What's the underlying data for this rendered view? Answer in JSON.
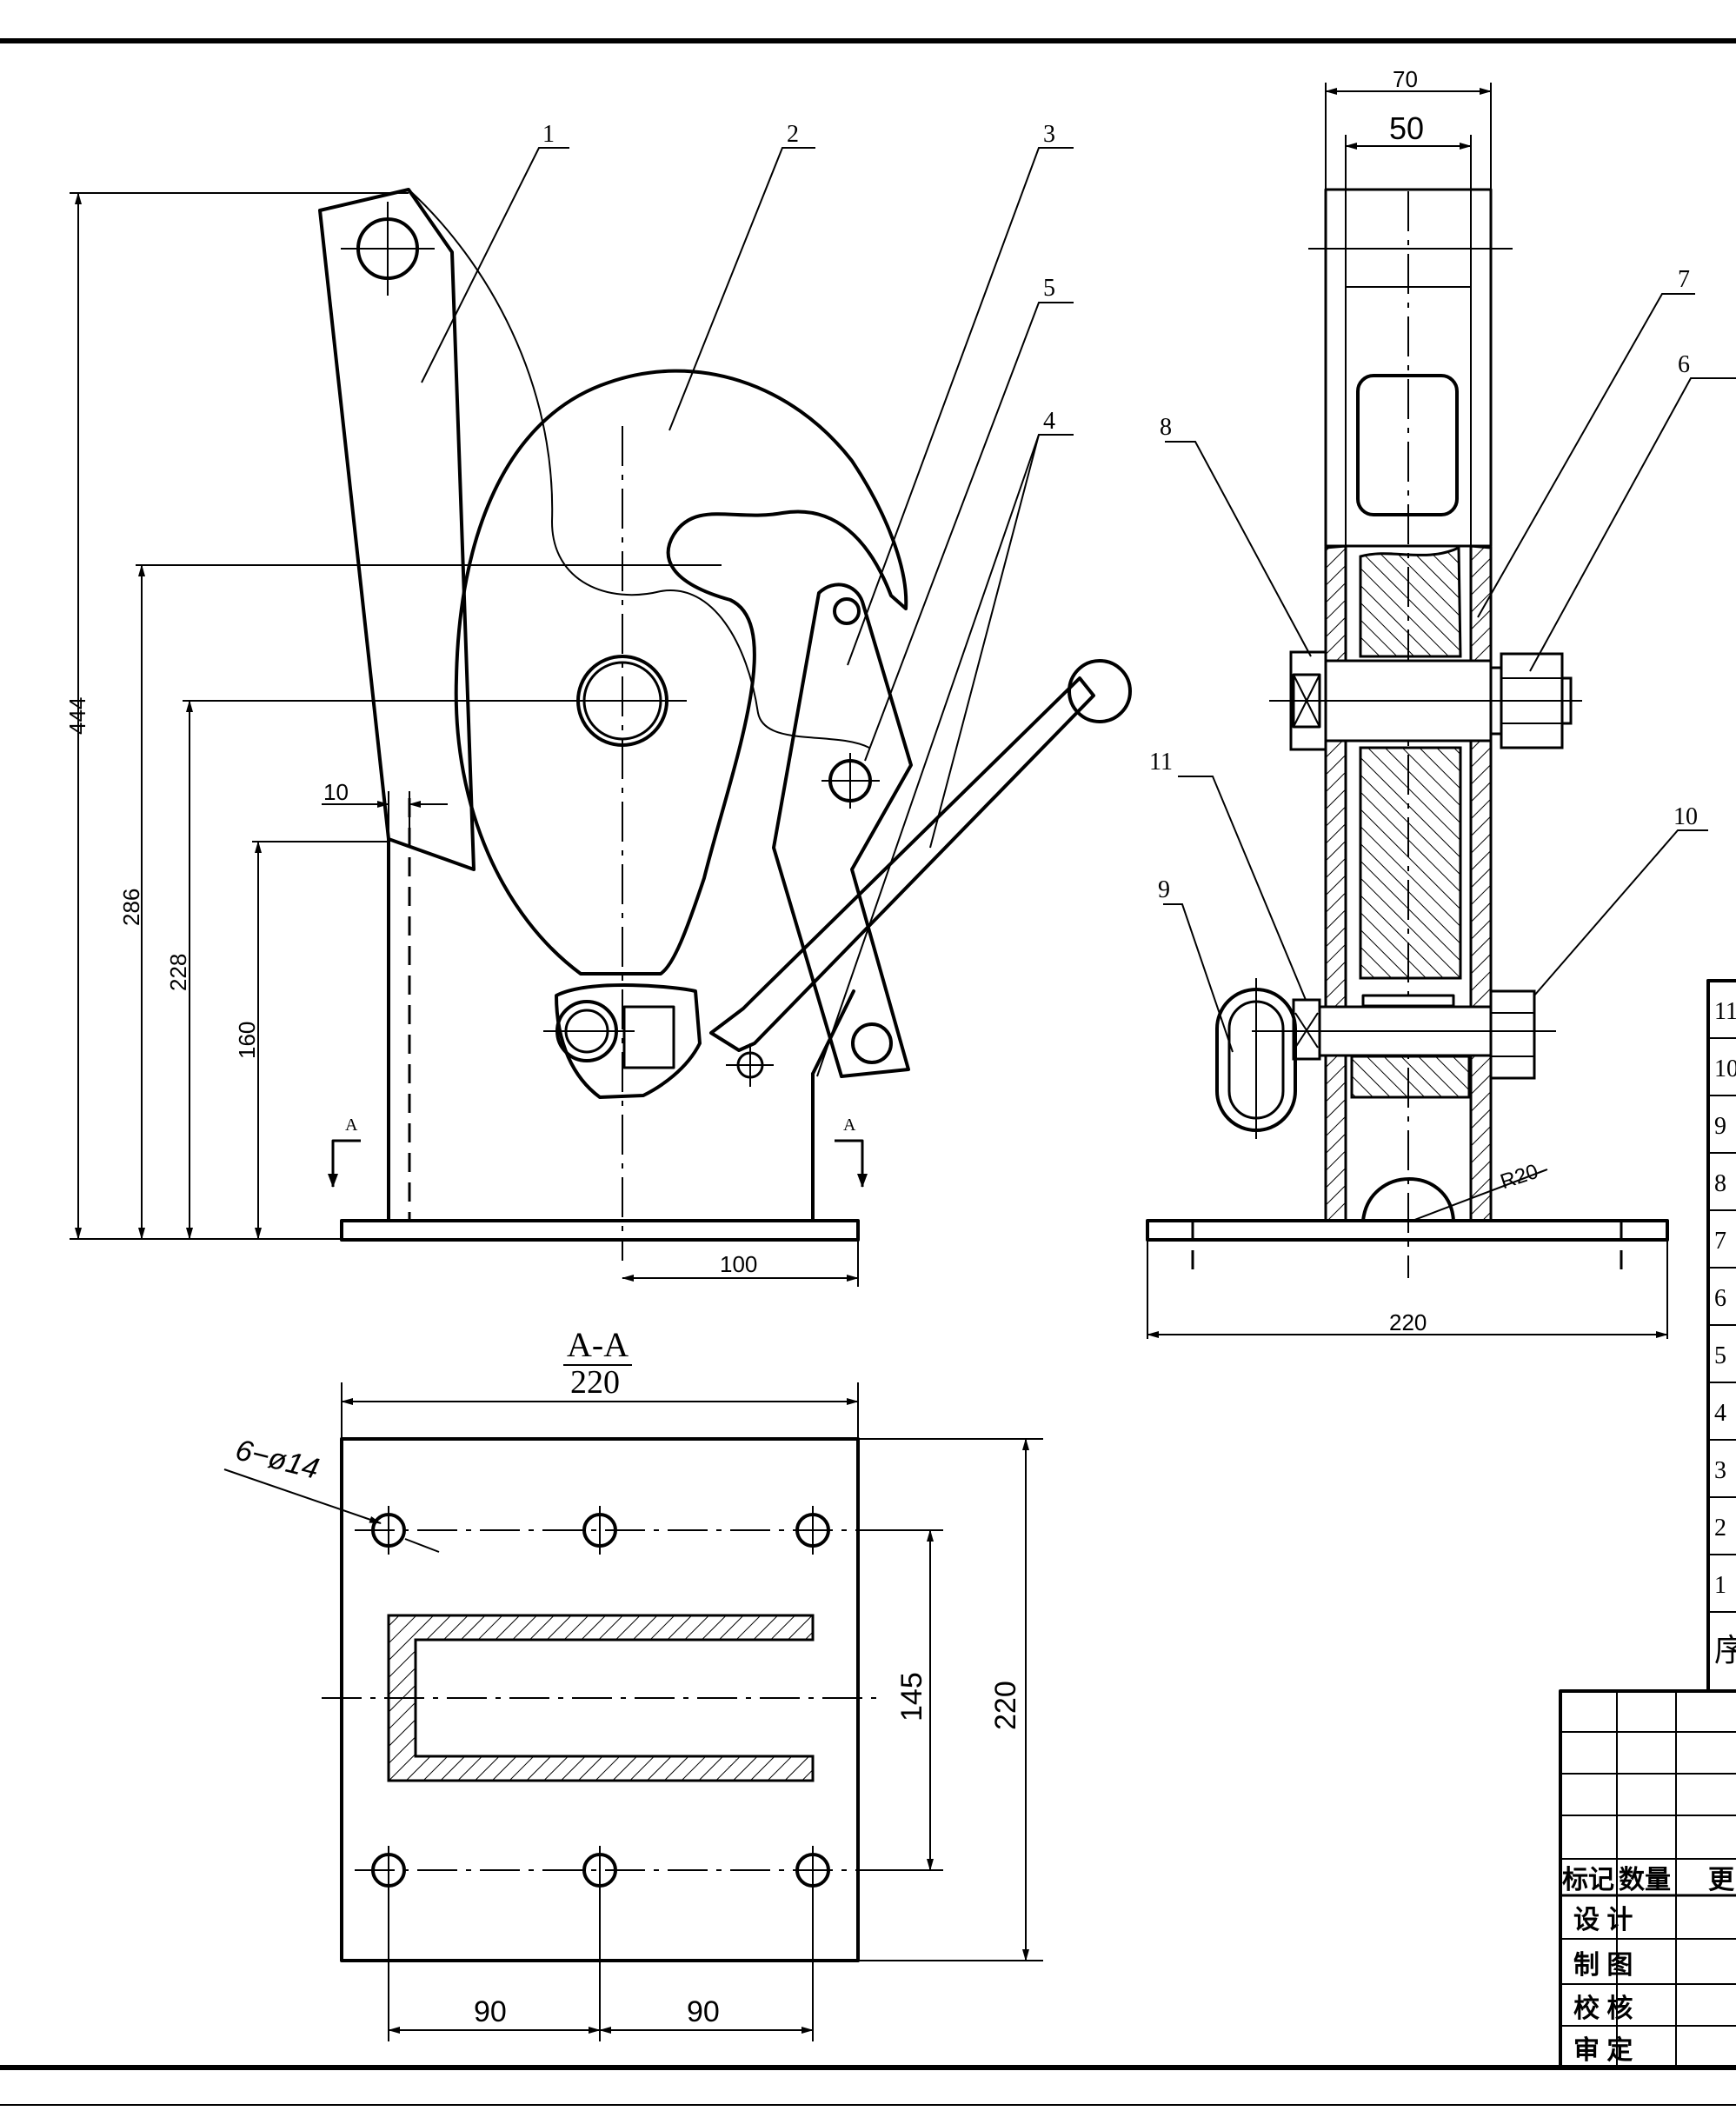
{
  "part_numbers": [
    "1",
    "2",
    "3",
    "4",
    "5",
    "6",
    "7",
    "8",
    "9",
    "10",
    "11"
  ],
  "section": {
    "label": "A-A",
    "width": "220",
    "cut_mark": "A"
  },
  "dimensions": {
    "d444": "444",
    "d286": "286",
    "d228": "228",
    "d160": "160",
    "d10": "10",
    "d100": "100",
    "d70": "70",
    "d50": "50",
    "d220_side": "220",
    "r20": "R20",
    "holes": "6−ø14",
    "d145": "145",
    "d220_plan_h": "220",
    "d90a": "90",
    "d90b": "90"
  },
  "bom_rows": [
    "11",
    "10",
    "9",
    "8",
    "7",
    "6",
    "5",
    "4",
    "3",
    "2",
    "1"
  ],
  "bom_header_partial": "序",
  "title_block": {
    "mark": "标记",
    "qty": "数量",
    "change": "更",
    "design": "设 计",
    "draw": "制 图",
    "check": "校 核",
    "approve": "审 定"
  }
}
